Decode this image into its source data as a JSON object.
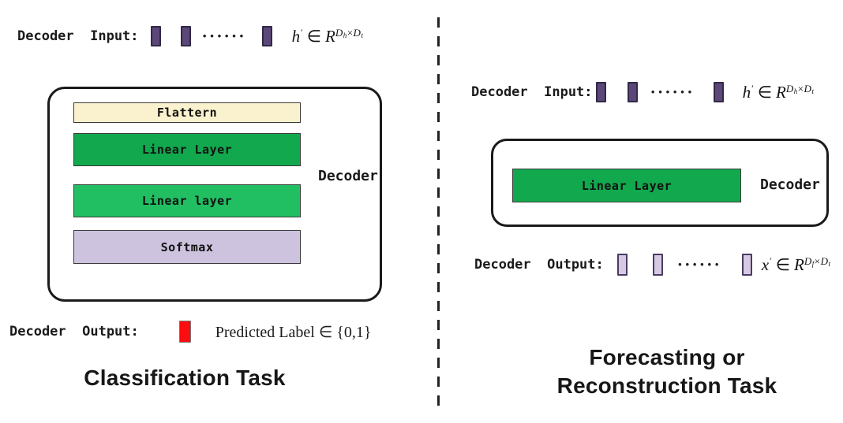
{
  "colors": {
    "input_token_fill": "#5B4878",
    "input_token_border": "#332849",
    "output_token_fill": "#D5C9E4",
    "output_token_border": "#4A3C63",
    "red_token_fill": "#FB0D10",
    "red_token_border": "#777777",
    "flattern_fill": "#FAF2CE",
    "green_dark": "#12A84E",
    "green_light": "#21BF62",
    "softmax_fill": "#CDC3DF",
    "box_border": "#1A1A1A",
    "divider": "#222222"
  },
  "left": {
    "input_label": "Decoder  Input:",
    "dots": "······",
    "input_formula": {
      "v": "h",
      "prime": "′",
      "mem": "∈",
      "set": "R",
      "e1": "D",
      "e1s": "h",
      "x": "×",
      "e2": "D",
      "e2s": "t"
    },
    "box": {
      "label": "Decoder",
      "layers": [
        {
          "label": "Flattern"
        },
        {
          "label": "Linear Layer"
        },
        {
          "label": "Linear layer"
        },
        {
          "label": "Softmax"
        }
      ]
    },
    "output_label": "Decoder  Output:",
    "output_annotation": "Predicted Label ∈ {0,1}",
    "title": "Classification Task"
  },
  "right": {
    "input_label": "Decoder  Input:",
    "dots": "······",
    "input_formula": {
      "v": "h",
      "prime": "′",
      "mem": "∈",
      "set": "R",
      "e1": "D",
      "e1s": "h",
      "x": "×",
      "e2": "D",
      "e2s": "t"
    },
    "box": {
      "label": "Decoder",
      "layers": [
        {
          "label": "Linear Layer"
        }
      ]
    },
    "output_label": "Decoder  Output:",
    "output_formula": {
      "v": "x",
      "prime": "′",
      "mem": "∈",
      "set": "R",
      "e1": "D",
      "e1s": "f",
      "x": "×",
      "e2": "D",
      "e2s": "t"
    },
    "title_line1": "Forecasting or",
    "title_line2": "Reconstruction Task"
  }
}
